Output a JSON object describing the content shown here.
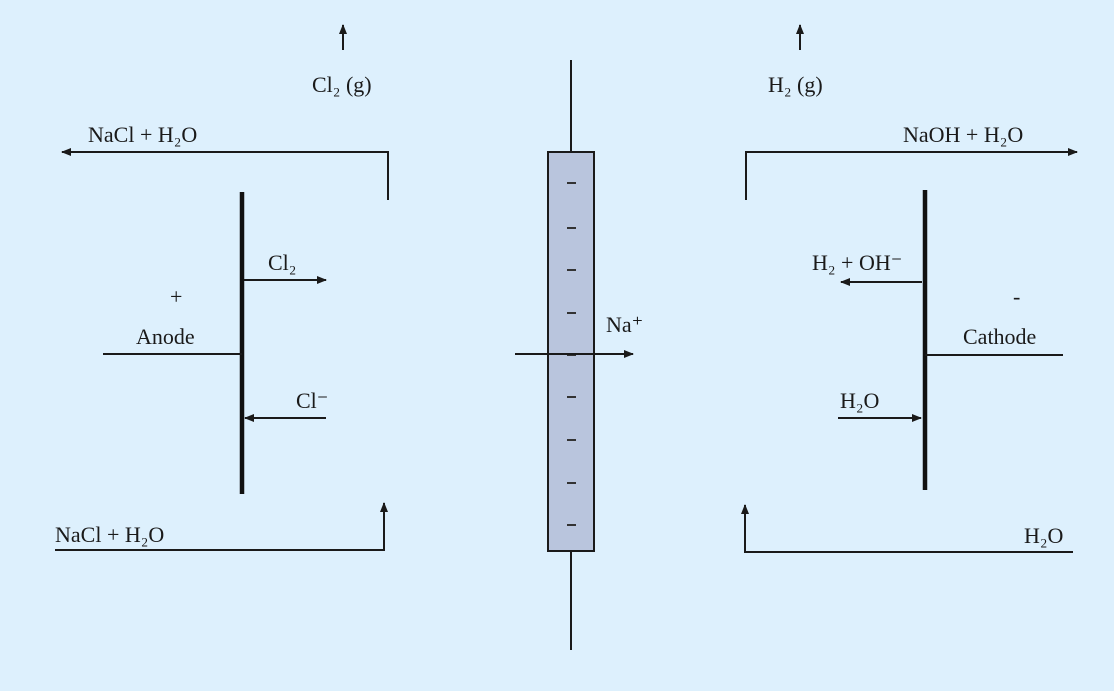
{
  "colors": {
    "background": "#ddf0fd",
    "membrane": "#b9c5dd",
    "ink": "#1a1a1a"
  },
  "left": {
    "gas_out": "Cl₂ (g)",
    "top_flow": "NaCl + H₂O",
    "bottom_flow": "NaCl + H₂O",
    "electrode_sign": "+",
    "electrode_name": "Anode",
    "product": "Cl₂",
    "reactant": "Cl⁻"
  },
  "membrane": {
    "charge": "-",
    "ion": "Na⁺"
  },
  "right": {
    "gas_out": "H₂ (g)",
    "top_flow": "NaOH + H₂O",
    "bottom_flow": "H₂O",
    "electrode_sign": "-",
    "electrode_name": "Cathode",
    "product": "H₂ + OH⁻",
    "reactant": "H₂O"
  }
}
